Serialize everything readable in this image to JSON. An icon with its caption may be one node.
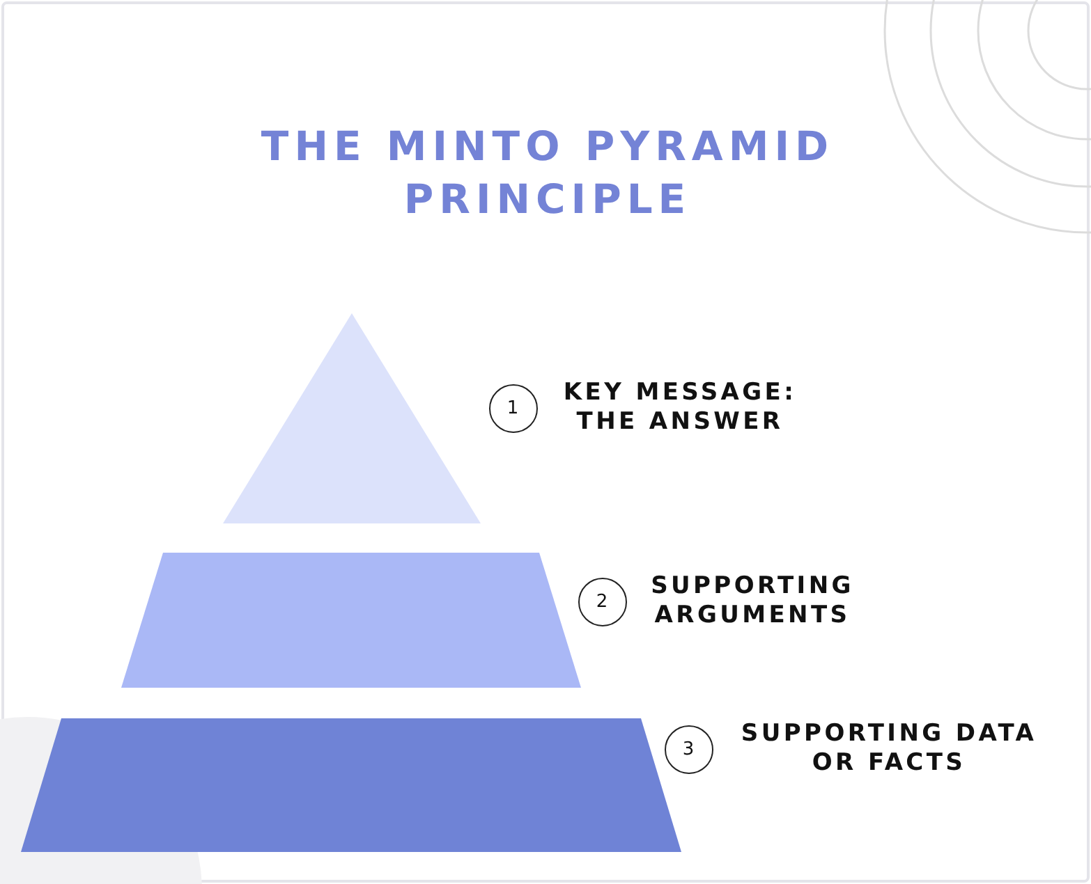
{
  "diagram": {
    "title": "THE MINTO PYRAMID PRINCIPLE",
    "nodes": [
      {
        "text": [],
        "shape": "triangle"
      },
      {
        "text": [],
        "shape": "trapezoid"
      },
      {
        "text": [],
        "shape": "trapezoid"
      },
      {
        "text": [
          "1"
        ],
        "beside": [
          "KEY MESSAGE: THE ANSWER"
        ]
      },
      {
        "text": [
          "2"
        ],
        "beside": [
          "SUPPORTING ARGUMENTS"
        ]
      },
      {
        "text": [
          "3"
        ],
        "beside": [
          "SUPPORTING DATA OR FACTS"
        ]
      }
    ],
    "edges": []
  }
}
